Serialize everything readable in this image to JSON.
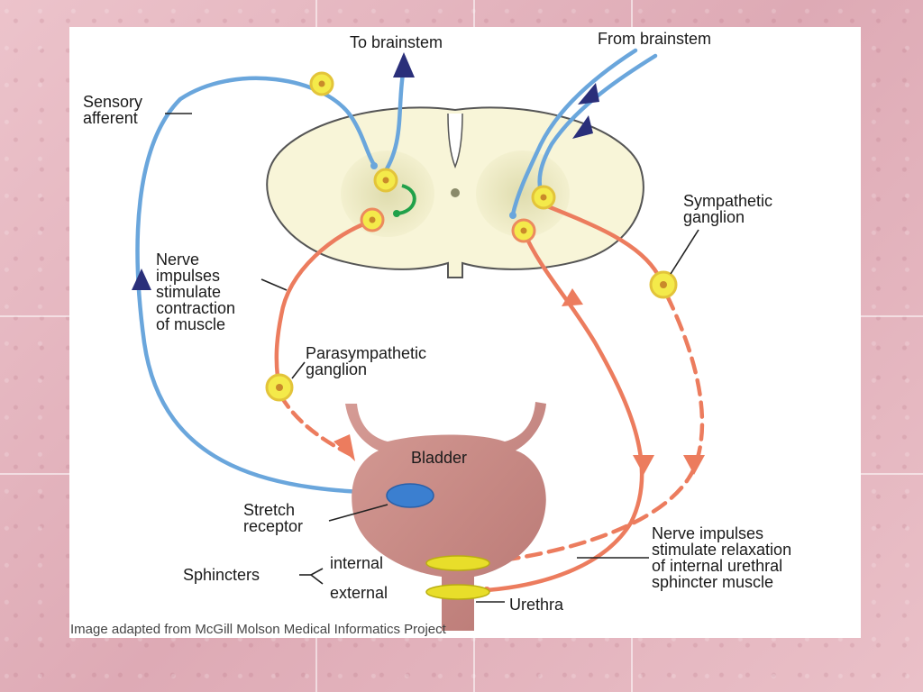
{
  "labels": {
    "to_brainstem": "To brainstem",
    "from_brainstem": "From brainstem",
    "sensory_afferent": [
      "Sensory",
      "afferent"
    ],
    "sympathetic_ganglion": [
      "Sympathetic",
      "ganglion"
    ],
    "nerve_impulses_contraction": [
      "Nerve",
      "impulses",
      "stimulate",
      "contraction",
      "of muscle"
    ],
    "parasympathetic_ganglion": [
      "Parasympathetic",
      "ganglion"
    ],
    "bladder": "Bladder",
    "stretch_receptor": [
      "Stretch",
      "receptor"
    ],
    "sphincters": "Sphincters",
    "internal": "internal",
    "external": "external",
    "urethra": "Urethra",
    "nerve_impulses_relaxation": [
      "Nerve impulses",
      "stimulate relaxation",
      "of internal urethral",
      "sphincter muscle"
    ]
  },
  "caption": "Image adapted from McGill Molson Medical Informatics Project",
  "colors": {
    "sensory": "#6aa6dc",
    "motor": "#ec7c5e",
    "arrow": "#2a2f7a",
    "ganglion": "#f4ea4a",
    "bladder": "#c98a86",
    "cord": "#f8f5d8",
    "sphincter": "#e8de2a",
    "receptor": "#3b7fd0"
  }
}
